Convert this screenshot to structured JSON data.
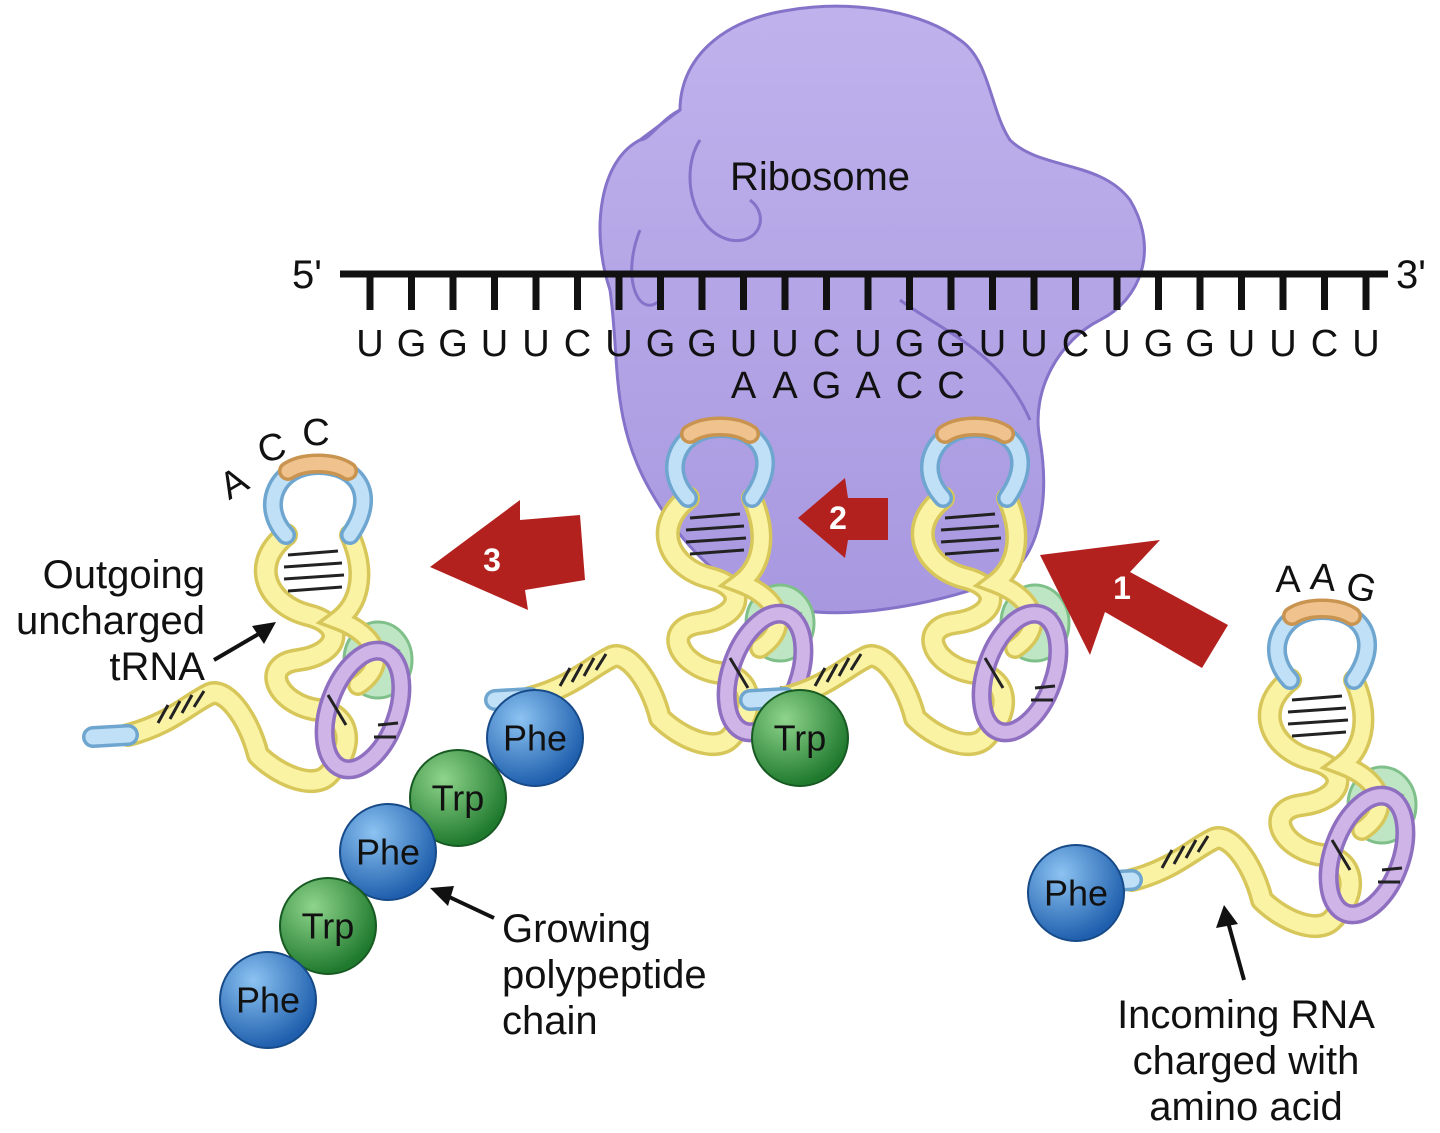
{
  "labels": {
    "ribosome": "Ribosome",
    "five_prime": "5'",
    "three_prime": "3'",
    "outgoing": [
      "Outgoing",
      "uncharged",
      "tRNA"
    ],
    "growing": [
      "Growing",
      "polypeptide",
      "chain"
    ],
    "incoming": [
      "Incoming RNA",
      "charged with",
      "amino acid"
    ]
  },
  "mrna": {
    "sequence": [
      "U",
      "G",
      "G",
      "U",
      "U",
      "C",
      "U",
      "G",
      "G",
      "U",
      "U",
      "C",
      "U",
      "G",
      "G",
      "U",
      "U",
      "C",
      "U",
      "G",
      "G",
      "U",
      "U",
      "C",
      "U"
    ]
  },
  "anticodons": {
    "paired": [
      "A",
      "A",
      "G",
      "A",
      "C",
      "C"
    ],
    "outgoing": [
      "A",
      "C",
      "C"
    ],
    "incoming": [
      "A",
      "A",
      "G"
    ]
  },
  "steps": [
    "1",
    "2",
    "3"
  ],
  "amino_acids": {
    "chain": [
      "Phe",
      "Trp",
      "Phe",
      "Trp",
      "Phe"
    ],
    "a_site": "Trp",
    "incoming": "Phe"
  },
  "colors": {
    "ribosome": "#b4a6e6",
    "ribosome_edge": "#8572c9",
    "trna_body": "#fbf3a4",
    "trna_edge": "#d7c65a",
    "loop_blue": "#bfe0f7",
    "loop_orange": "#f0c38e",
    "loop_purple": "#cfb4e8",
    "arrow": "#b3211f",
    "phe": "#2d78c8",
    "trp": "#2f8f3c"
  }
}
